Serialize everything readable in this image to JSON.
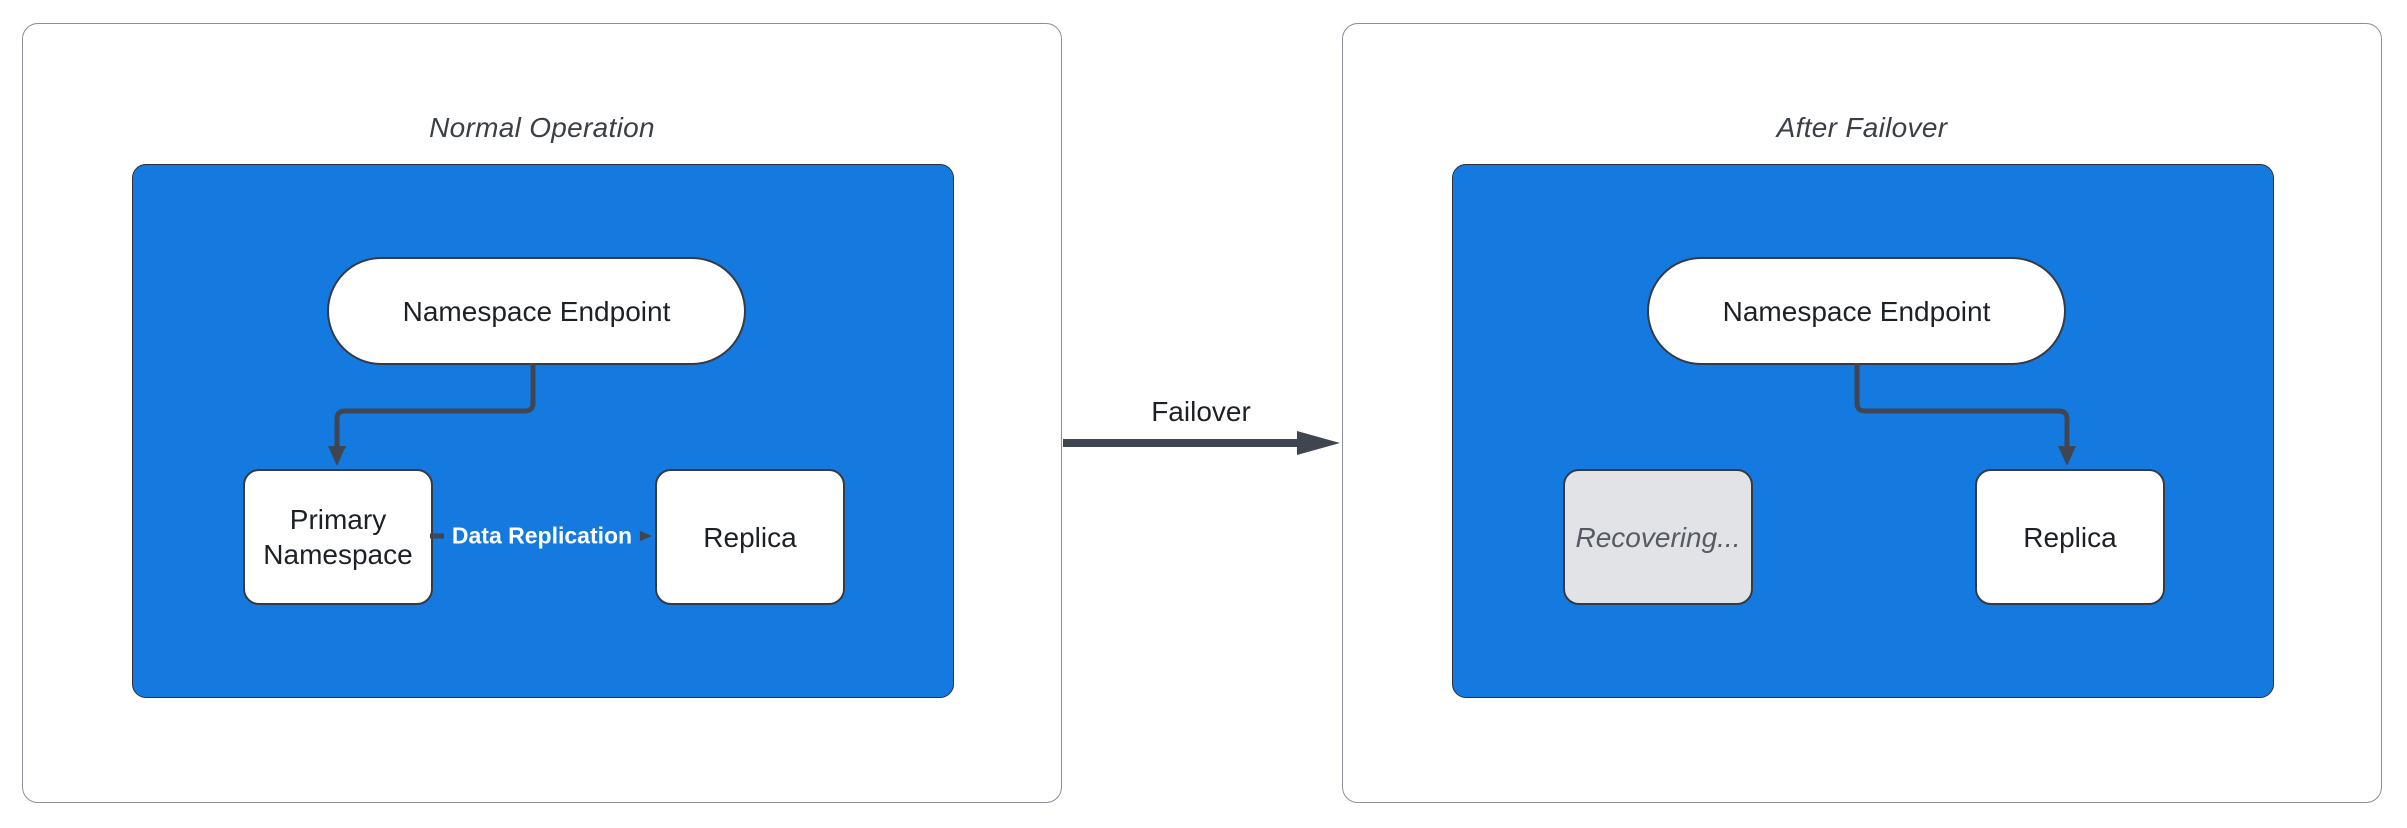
{
  "colors": {
    "canvas_bg": "#ffffff",
    "panel_bg": "#ffffff",
    "panel_border": "#8a8f98",
    "cluster_blue": "#147ae0",
    "cluster_border": "#2b3138",
    "node_bg": "#ffffff",
    "node_border": "#343b45",
    "node_text": "#1d2126",
    "title_text": "#3b3f46",
    "recovering_bg": "#e2e3e6",
    "recovering_text": "#565b63",
    "arrow": "#3f4652",
    "edge_label_text": "#ffffff"
  },
  "panels": [
    {
      "title": "Normal Operation",
      "endpoint_label": "Namespace Endpoint",
      "primary_label": "Primary Namespace",
      "replica_label": "Replica",
      "edge_label": "Data Replication"
    },
    {
      "title": "After Failover",
      "endpoint_label": "Namespace Endpoint",
      "recovering_label": "Recovering...",
      "replica_label": "Replica"
    }
  ],
  "failover": {
    "label": "Failover"
  }
}
